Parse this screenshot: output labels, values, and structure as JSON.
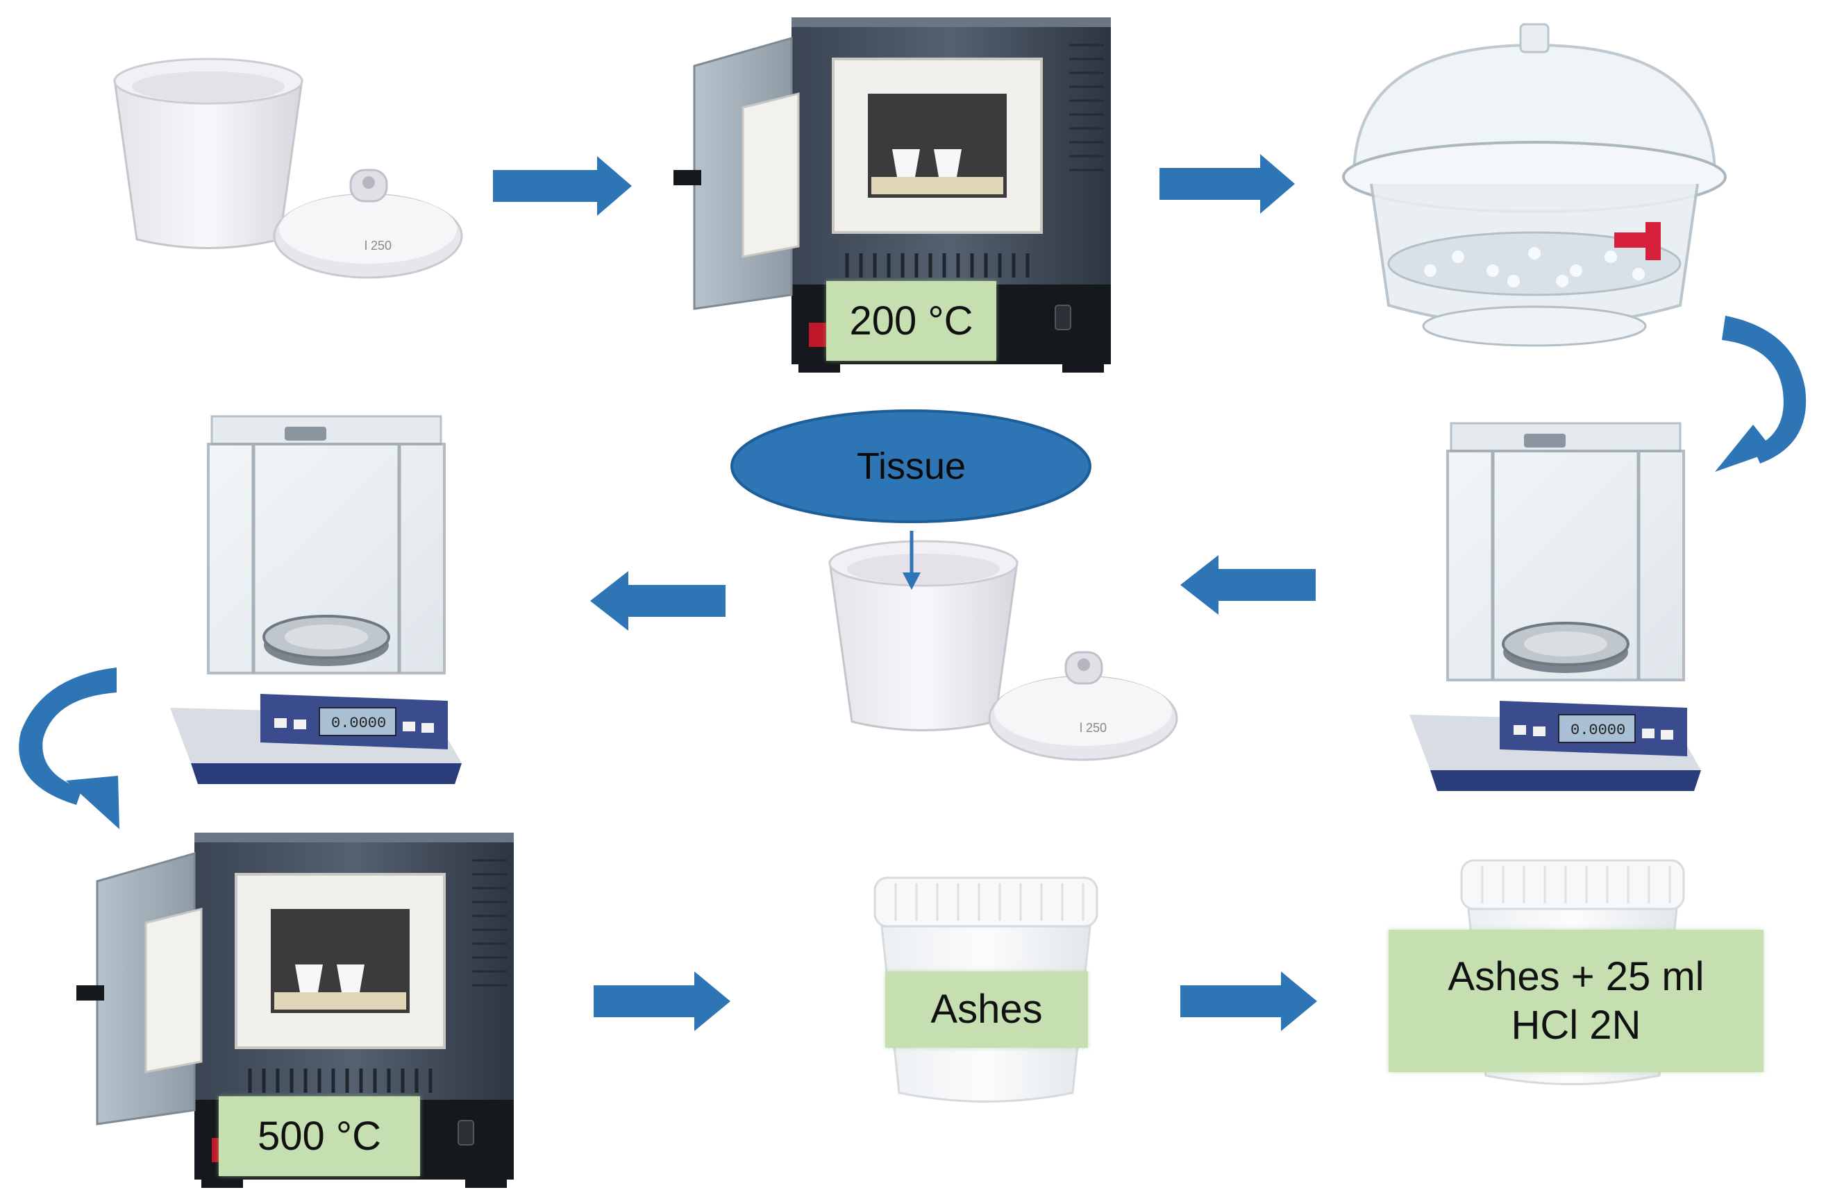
{
  "colors": {
    "arrow": "#2e75b6",
    "ellipse": "#2e75b6",
    "label_bg": "#c5dfb1"
  },
  "labels": {
    "furnace_top_temp": "200 °C",
    "furnace_bottom_temp": "500 °C",
    "tissue": "Tissue",
    "ashes": "Ashes",
    "ashes_hcl_line1": "Ashes + 25 ml",
    "ashes_hcl_line2": "HCl 2N"
  },
  "icons": [
    "crucible-with-lid-icon",
    "muffle-furnace-icon",
    "desiccator-icon",
    "analytical-balance-icon",
    "sample-container-icon"
  ]
}
